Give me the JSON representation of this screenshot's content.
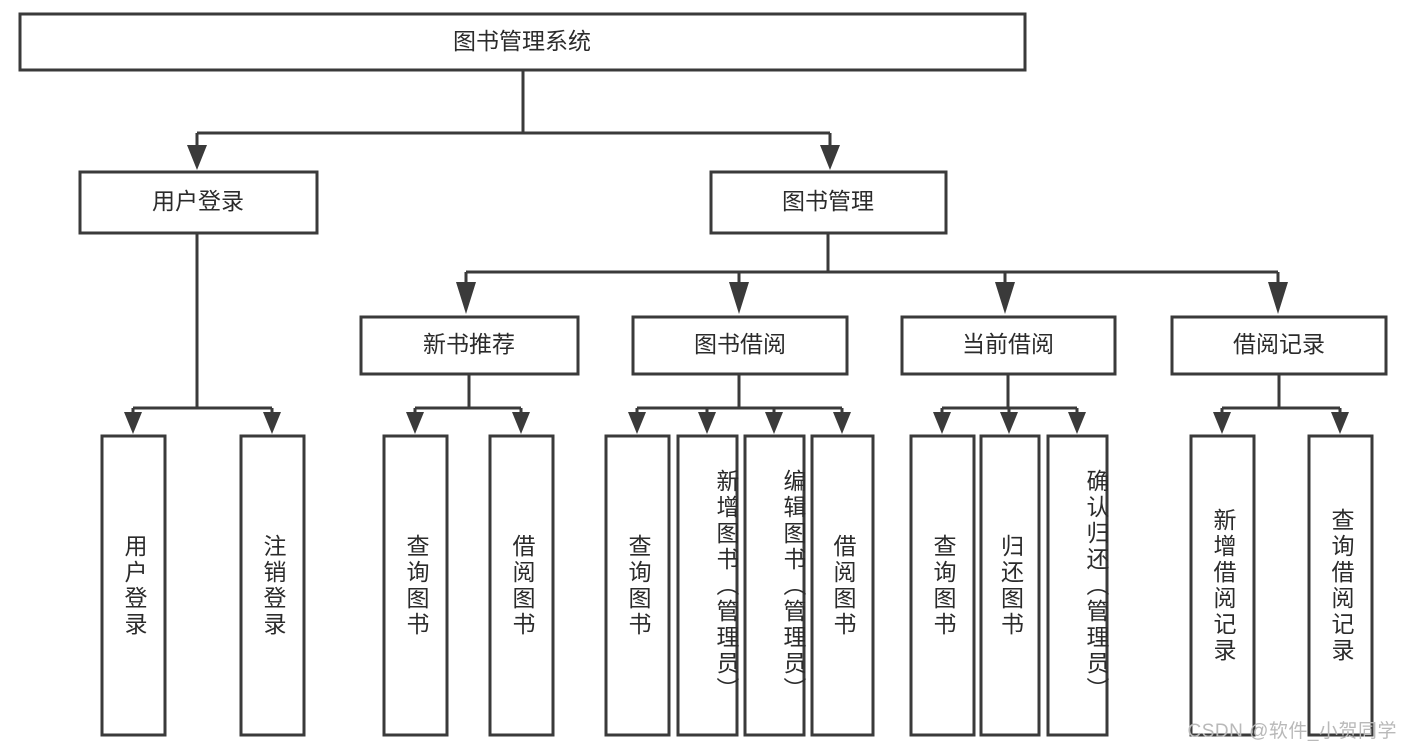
{
  "diagram": {
    "type": "tree",
    "title": "图书管理系统",
    "watermark": "CSDN @软件_小贺同学",
    "colors": {
      "stroke": "#3a3a3a",
      "box_fill": "#ffffff",
      "text": "#2b2b2b",
      "background": "#ffffff",
      "watermark": "#b9b9b9"
    },
    "levels": {
      "root": {
        "label": "图书管理系统"
      },
      "level2": [
        {
          "label": "用户登录"
        },
        {
          "label": "图书管理"
        }
      ],
      "level3": [
        {
          "label": "新书推荐"
        },
        {
          "label": "图书借阅"
        },
        {
          "label": "当前借阅"
        },
        {
          "label": "借阅记录"
        }
      ],
      "leaves": [
        {
          "label": "用户登录",
          "parent": "用户登录"
        },
        {
          "label": "注销登录",
          "parent": "用户登录"
        },
        {
          "label": "查询图书",
          "parent": "新书推荐"
        },
        {
          "label": "借阅图书",
          "parent": "新书推荐"
        },
        {
          "label": "查询图书",
          "parent": "图书借阅"
        },
        {
          "label": "新增图书（管理员）",
          "parent": "图书借阅"
        },
        {
          "label": "编辑图书（管理员）",
          "parent": "图书借阅"
        },
        {
          "label": "借阅图书",
          "parent": "图书借阅"
        },
        {
          "label": "查询图书",
          "parent": "当前借阅"
        },
        {
          "label": "归还图书",
          "parent": "当前借阅"
        },
        {
          "label": "确认归还（管理员）",
          "parent": "当前借阅"
        },
        {
          "label": "新增借阅记录",
          "parent": "借阅记录"
        },
        {
          "label": "查询借阅记录",
          "parent": "借阅记录"
        }
      ]
    }
  }
}
